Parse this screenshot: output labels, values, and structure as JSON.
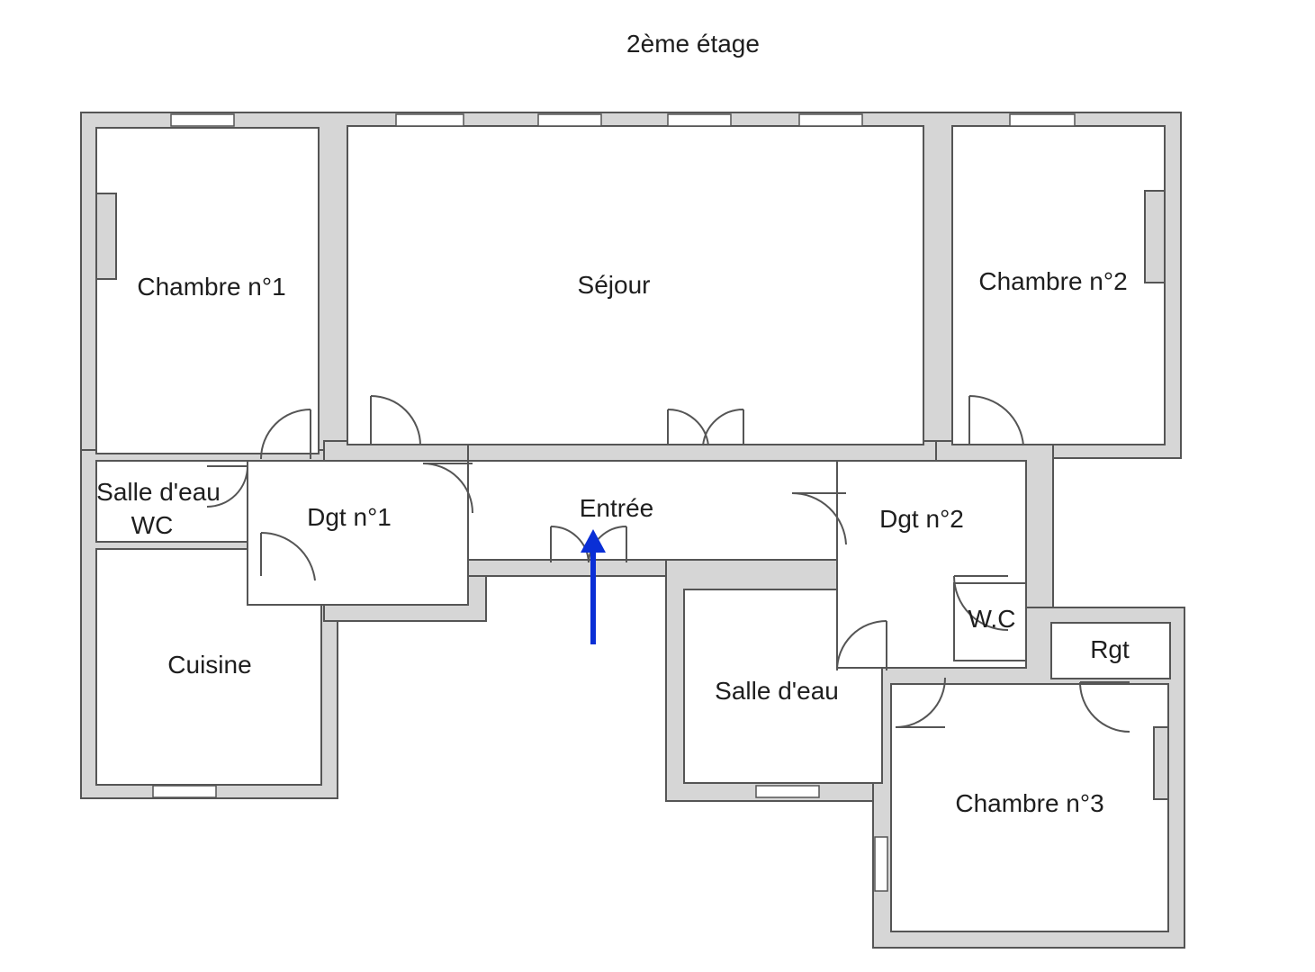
{
  "title": "2ème étage",
  "rooms": {
    "chambre1": "Chambre n°1",
    "sejour": "Séjour",
    "chambre2": "Chambre n°2",
    "salle_eau_1": "Salle d'eau",
    "wc_1": "WC",
    "dgt1": "Dgt n°1",
    "entree": "Entrée",
    "dgt2": "Dgt n°2",
    "wc_2": "W.C",
    "rgt": "Rgt",
    "cuisine": "Cuisine",
    "salle_eau_2": "Salle d'eau",
    "chambre3": "Chambre n°3"
  },
  "entrance_arrow": {
    "color": "#0a2fd6",
    "direction": "up"
  },
  "colors": {
    "wall_fill": "#d6d6d6",
    "wall_stroke": "#555555"
  }
}
